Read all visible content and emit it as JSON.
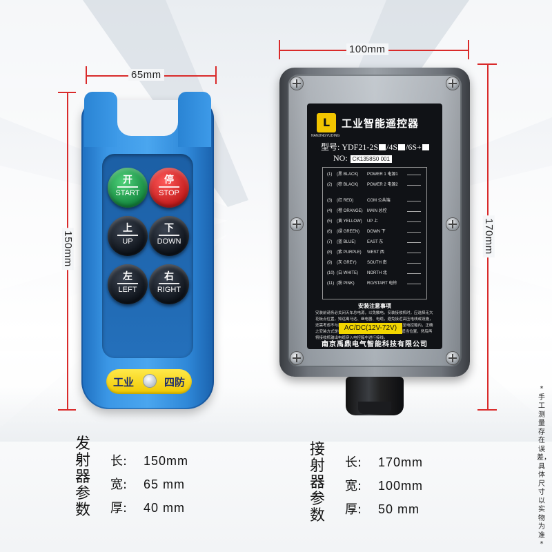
{
  "dimensions": {
    "transmitter_width": "65mm",
    "transmitter_height": "150mm",
    "receiver_width": "100mm",
    "receiver_height": "170mm"
  },
  "transmitter": {
    "buttons": [
      {
        "cn": "开",
        "en": "START",
        "color": "green"
      },
      {
        "cn": "停",
        "en": "STOP",
        "color": "red"
      },
      {
        "cn": "上",
        "en": "UP",
        "color": "dark"
      },
      {
        "cn": "下",
        "en": "DOWN",
        "color": "dark"
      },
      {
        "cn": "左",
        "en": "LEFT",
        "color": "dark"
      },
      {
        "cn": "右",
        "en": "RIGHT",
        "color": "dark"
      }
    ],
    "label_left": "工业",
    "label_right": "四防",
    "body_color": "#3b97e6",
    "label_color": "#ffe94a"
  },
  "receiver": {
    "logo_sub": "NANJINGYUDING",
    "title": "工业智能遥控器",
    "model_prefix": "型号: YDF21-2S",
    "model_4s": "/4S",
    "model_6s": "/6S+",
    "no_label": "NO:",
    "serial": "CK1358S0 001",
    "wiring": [
      {
        "n": "(1)",
        "c": "(黑 BLACK)",
        "f": "POWER 1 电源1"
      },
      {
        "n": "(2)",
        "c": "(棕 BLACK)",
        "f": "POWER 2 电源2"
      },
      {
        "n": "(3)",
        "c": "(红 RED)",
        "f": "COM 公共端"
      },
      {
        "n": "(4)",
        "c": "(橙 ORANGE)",
        "f": "MAIN 总控"
      },
      {
        "n": "(5)",
        "c": "(黄 YELLOW)",
        "f": "UP 上"
      },
      {
        "n": "(6)",
        "c": "(绿 GREEN)",
        "f": "DOWN 下"
      },
      {
        "n": "(7)",
        "c": "(蓝 BLUE)",
        "f": "EAST 东"
      },
      {
        "n": "(8)",
        "c": "(紫 PURPLE)",
        "f": "WEST 西"
      },
      {
        "n": "(9)",
        "c": "(灰 GREY)",
        "f": "SOUTH 南"
      },
      {
        "n": "(10)",
        "c": "(白 WHITE)",
        "f": "NORTH 北"
      },
      {
        "n": "(11)",
        "c": "(粉 PINK)",
        "f": "RO/START 电铃"
      }
    ],
    "notice_title": "安装注意事项",
    "notice_text": "安装前请务必关闭天车总电源，以免触电。安装接收机时，应选择无大花板点位置，知远离马达、继电器、电缆，避免接近高压电线或设施，还需考虑不与建筑物突出部分碰撞。接收机不可安装至电控箱内，正确之安装方式是将接收机固定于电控箱顶部(或外部)之适当位置，然后再将接收机输出电缆穿入电控箱中进行接线。",
    "voltage": "AC/DC(12V-72V)",
    "company": "南京禹鼎电气智能科技有限公司"
  },
  "specs": {
    "transmitter_heading": "发射器参数",
    "transmitter_rows": [
      {
        "k": "长:",
        "v": "150mm"
      },
      {
        "k": "宽:",
        "v": "65 mm"
      },
      {
        "k": "厚:",
        "v": "40 mm"
      }
    ],
    "receiver_heading": "接射器参数",
    "receiver_rows": [
      {
        "k": "长:",
        "v": "170mm"
      },
      {
        "k": "宽:",
        "v": "100mm"
      },
      {
        "k": "厚:",
        "v": "50 mm"
      }
    ]
  },
  "side_note": "*手工测量存在误差，具体尺寸以实物为准*"
}
